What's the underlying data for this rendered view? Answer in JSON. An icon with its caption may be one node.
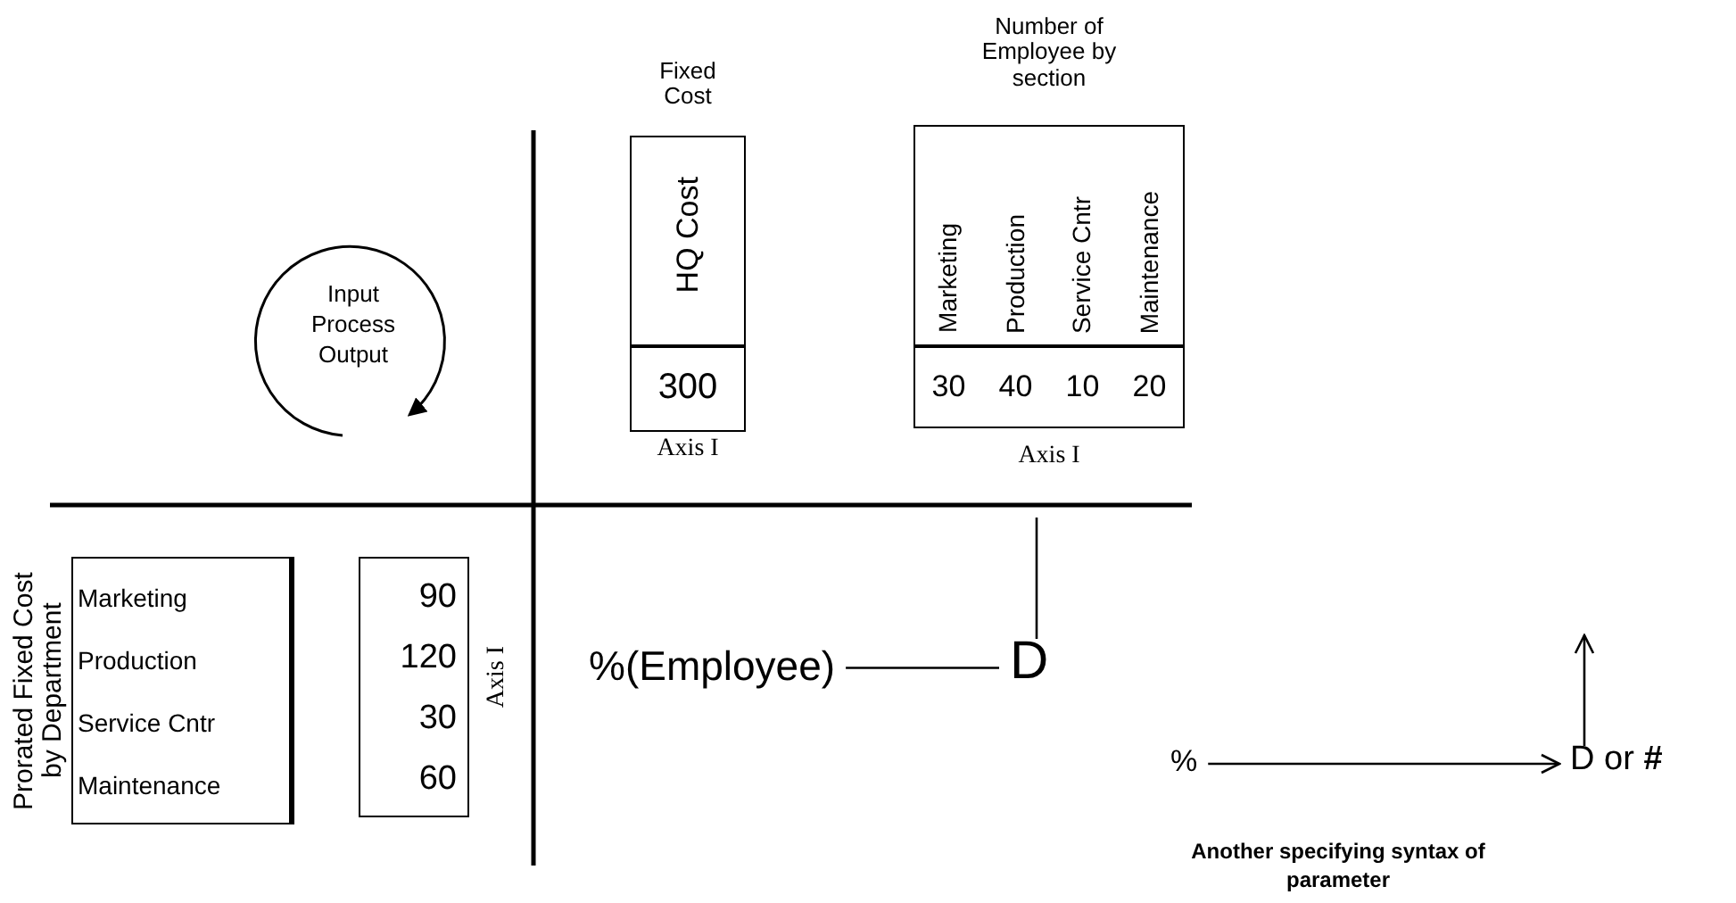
{
  "diagram": {
    "nodes": [
      {
        "text": [
          "Input Process Output"
        ]
      },
      {
        "text": [
          "Fixed Cost",
          "HQ Cost",
          "300"
        ],
        "beside": [
          "Axis I"
        ]
      },
      {
        "text": [
          "Number of Employee by section",
          "Marketing",
          "Production",
          "Service Cntr",
          "Maintenance",
          "30",
          "40",
          "10",
          "20"
        ],
        "beside": [
          "Axis I"
        ]
      },
      {
        "text": [
          "Prorated Fixed Cost by Department",
          "Marketing",
          "Production",
          "Service Cntr",
          "Maintenance"
        ]
      },
      {
        "text": [
          "90",
          "120",
          "30",
          "60"
        ],
        "beside": [
          "Axis I"
        ]
      },
      {
        "text": [
          "%(Employee)"
        ]
      },
      {
        "text": [
          "D"
        ]
      },
      {
        "text": [
          "%"
        ]
      },
      {
        "text": [
          "D or **#**"
        ]
      }
    ],
    "edges": [
      {
        "from": 5,
        "to": 6,
        "arrow": "none"
      },
      {
        "from": null,
        "to": 6,
        "arrow": "none"
      },
      {
        "from": 7,
        "to": 8,
        "arrow": "to"
      },
      {
        "from": 8,
        "to": null,
        "arrow": "to"
      }
    ],
    "labels": [
      "Another specifying syntax of parameter"
    ]
  }
}
